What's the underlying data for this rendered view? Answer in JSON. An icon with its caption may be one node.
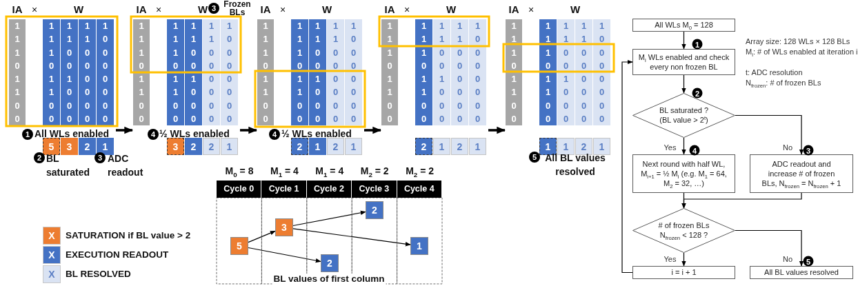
{
  "diagram": {
    "nodes": [
      {
        "text": [],
        "shape": "box"
      },
      {
        "text": [],
        "shape": "box"
      },
      {
        "text": [],
        "shape": "box"
      },
      {
        "text": [],
        "shape": "box"
      },
      {
        "text": [],
        "shape": "box"
      },
      {
        "text": [
          "5"
        ]
      },
      {
        "text": [
          "3"
        ]
      },
      {
        "text": [
          "2"
        ]
      },
      {
        "text": [
          "2"
        ]
      },
      {
        "text": [
          "1"
        ]
      },
      {
        "text": [
          "All WLs M$_{0}$ = 128"
        ]
      },
      {
        "text": [
          "M$_{i}$ WLs enabled and check every non frozen BL"
        ],
        "beside": [
          "1"
        ]
      },
      {
        "text": [
          "BL saturated ? (BL value > 2$^{t}$)"
        ],
        "beside": [
          "2"
        ]
      },
      {
        "text": [
          "Next round with half WL, M$_{i+1}$ = ½ M$_{i}$ (e.g. M$_{1}$ = 64, M$_{2}$ = 32, …)"
        ],
        "beside": [
          "4"
        ]
      },
      {
        "text": [
          "ADC readout and increase # of frozen BLs, N$_{frozen}$ = N$_{frozen}$ + 1"
        ],
        "beside": [
          "3"
        ]
      },
      {
        "text": [
          "# of frozen BLs N$_{frozen}$ < 128 ?"
        ]
      },
      {
        "text": [
          "i = i + 1"
        ]
      },
      {
        "text": [
          "All BL values resolved"
        ],
        "beside": [
          "5"
        ]
      }
    ],
    "edges": [
      {
        "from": 0,
        "to": 1,
        "arrow": "to",
        "style": "thick"
      },
      {
        "from": 1,
        "to": 2,
        "arrow": "to",
        "style": "thick"
      },
      {
        "from": 2,
        "to": 3,
        "arrow": "to",
        "style": "thick"
      },
      {
        "from": 3,
        "to": 4,
        "arrow": "to",
        "style": "thick"
      },
      {
        "from": 5,
        "to": 6,
        "arrow": "to"
      },
      {
        "from": 5,
        "to": 7,
        "arrow": "to"
      },
      {
        "from": 6,
        "to": 8,
        "arrow": "to"
      },
      {
        "from": 6,
        "to": 9,
        "arrow": "to"
      },
      {
        "from": 10,
        "to": 11,
        "arrow": "to"
      },
      {
        "from": 11,
        "to": 12,
        "arrow": "to"
      },
      {
        "from": 12,
        "to": 13,
        "arrow": "to",
        "label": "Yes"
      },
      {
        "from": 12,
        "to": 14,
        "arrow": "to",
        "label": "No"
      },
      {
        "from": 13,
        "to": 15,
        "arrow": "to"
      },
      {
        "from": 14,
        "to": 15,
        "arrow": "to"
      },
      {
        "from": 15,
        "to": 16,
        "arrow": "to",
        "label": "Yes"
      },
      {
        "from": 15,
        "to": 17,
        "arrow": "to",
        "label": "No"
      },
      {
        "from": 16,
        "to": 11,
        "arrow": "to"
      }
    ],
    "labels": [
      "IA",
      "×",
      "W",
      "1",
      "1",
      "1",
      "1",
      "1",
      "1",
      "1",
      "1",
      "1",
      "0",
      "1",
      "1",
      "0",
      "0",
      "0",
      "0",
      "0",
      "0",
      "0",
      "0",
      "1",
      "1",
      "1",
      "0",
      "0",
      "1",
      "1",
      "0",
      "0",
      "0",
      "0",
      "0",
      "0",
      "0",
      "0",
      "0",
      "0",
      "0",
      "0",
      "0",
      "5",
      "3",
      "2",
      "1",
      "IA",
      "×",
      "W",
      "1",
      "1",
      "1",
      "1",
      "1",
      "1",
      "1",
      "1",
      "1",
      "0",
      "1",
      "1",
      "0",
      "0",
      "0",
      "0",
      "0",
      "0",
      "0",
      "0",
      "1",
      "1",
      "1",
      "0",
      "0",
      "1",
      "1",
      "0",
      "0",
      "0",
      "0",
      "0",
      "0",
      "0",
      "0",
      "0",
      "0",
      "0",
      "0",
      "0",
      "3",
      "2",
      "2",
      "1",
      "IA",
      "×",
      "W",
      "1",
      "1",
      "1",
      "1",
      "1",
      "1",
      "1",
      "1",
      "1",
      "0",
      "1",
      "1",
      "0",
      "0",
      "0",
      "0",
      "0",
      "0",
      "0",
      "0",
      "1",
      "1",
      "1",
      "0",
      "0",
      "1",
      "1",
      "0",
      "0",
      "0",
      "0",
      "0",
      "0",
      "0",
      "0",
      "0",
      "0",
      "0",
      "0",
      "0",
      "2",
      "1",
      "2",
      "1",
      "IA",
      "×",
      "W",
      "1",
      "1",
      "1",
      "1",
      "1",
      "1",
      "1",
      "1",
      "1",
      "0",
      "1",
      "1",
      "0",
      "0",
      "0",
      "0",
      "0",
      "0",
      "0",
      "0",
      "1",
      "1",
      "1",
      "0",
      "0",
      "1",
      "1",
      "0",
      "0",
      "0",
      "0",
      "0",
      "0",
      "0",
      "0",
      "0",
      "0",
      "0",
      "0",
      "0",
      "2",
      "1",
      "2",
      "1",
      "IA",
      "×",
      "W",
      "1",
      "1",
      "1",
      "1",
      "1",
      "1",
      "1",
      "1",
      "1",
      "0",
      "1",
      "1",
      "0",
      "0",
      "0",
      "0",
      "0",
      "0",
      "0",
      "0",
      "1",
      "1",
      "1",
      "0",
      "0",
      "1",
      "1",
      "0",
      "0",
      "0",
      "0",
      "0",
      "0",
      "0",
      "0",
      "0",
      "0",
      "0",
      "0",
      "0",
      "1",
      "1",
      "2",
      "1",
      "1",
      "All WLs enabled",
      "2",
      "BL saturated",
      "3",
      "ADC readout",
      "3",
      "Frozen BLs",
      "4",
      "½ WLs enabled",
      "4",
      "½ WLs enabled",
      "5",
      "All BL values resolved",
      "M$_{0}$ = 8",
      "M$_{1}$ = 4",
      "M$_{1}$ = 4",
      "M$_{2}$ = 2",
      "M$_{2}$ = 2",
      "Cycle 0",
      "Cycle 1",
      "Cycle 2",
      "Cycle 3",
      "Cycle 4",
      "BL values of first column",
      "X",
      "X",
      "X",
      "Array size: 128 WLs × 128 BLs",
      "M$_{i}$: # of WLs enabled at iteration i",
      "t: ADC resolution",
      "N$_{frozen}$: # of frozen BLs"
    ],
    "legend": [
      {
        "text": "SATURATION if BL value > 2",
        "color": "#ed7d31"
      },
      {
        "text": "EXECUTION READOUT",
        "color": "#4472c4"
      },
      {
        "text": "BL RESOLVED",
        "color": "#dae3f3"
      }
    ]
  }
}
